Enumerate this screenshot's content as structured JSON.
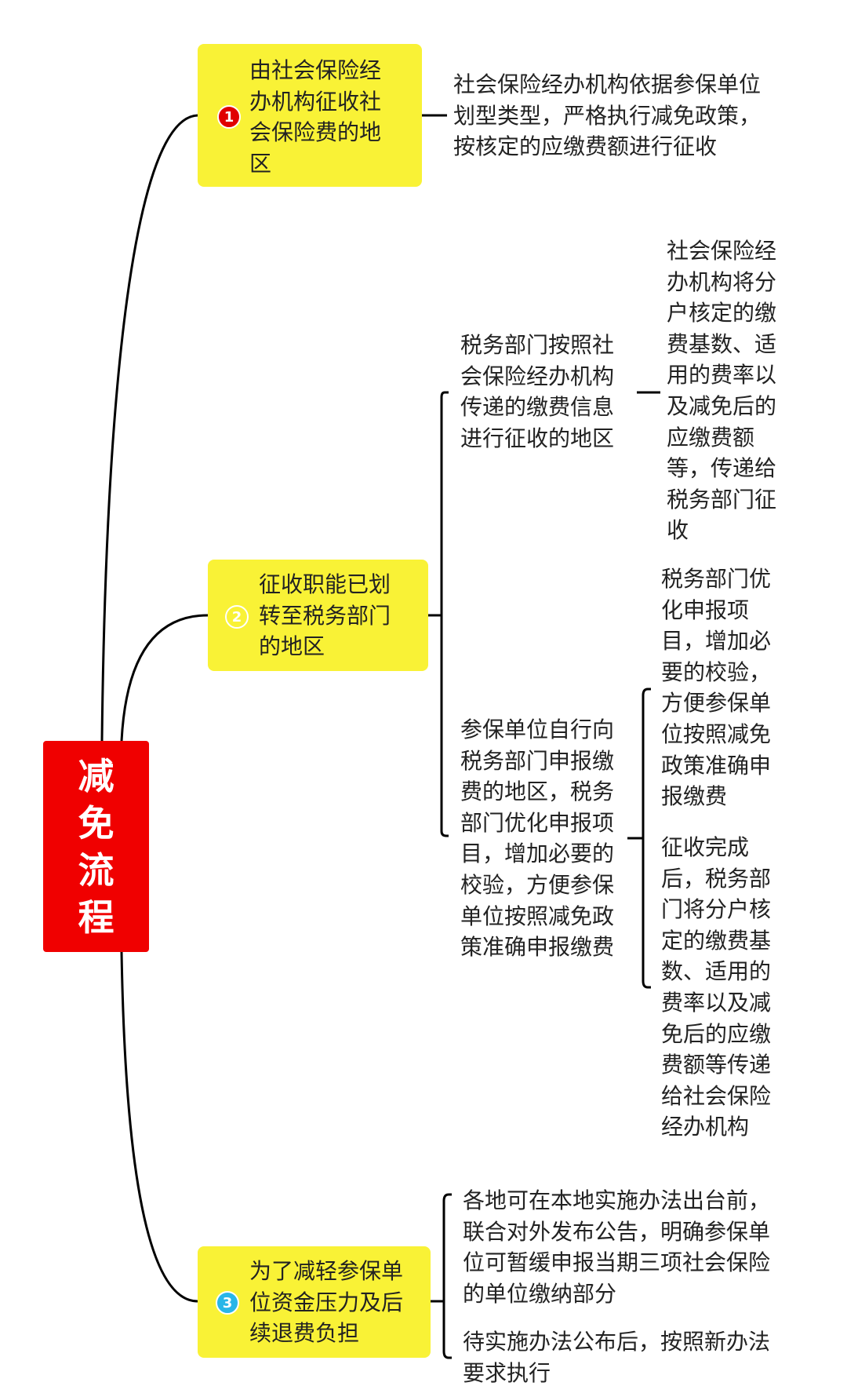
{
  "root": {
    "label": [
      "减",
      "免",
      "流",
      "程"
    ]
  },
  "branches": [
    {
      "number": "1",
      "title": [
        "由社会保险经",
        "办机构征收社",
        "会保险费的地",
        "区"
      ],
      "icon_color": "#e00000",
      "children": [
        {
          "text": [
            "社会保险经办机构依据参保单位",
            "划型类型，严格执行减免政策，",
            "按核定的应缴费额进行征收"
          ]
        }
      ]
    },
    {
      "number": "2",
      "title": [
        "征收职能已划",
        "转至税务部门",
        "的地区"
      ],
      "icon_color": "#f9f236",
      "children": [
        {
          "text": [
            "税务部门按照社",
            "会保险经办机构",
            "传递的缴费信息",
            "进行征收的地区"
          ],
          "children": [
            {
              "text": [
                "社会保险经",
                "办机构将分",
                "户核定的缴",
                "费基数、适",
                "用的费率以",
                "及减免后的",
                "应缴费额",
                "等，传递给",
                "税务部门征",
                "收"
              ]
            }
          ]
        },
        {
          "text": [
            "参保单位自行向",
            "税务部门申报缴",
            "费的地区，税务",
            "部门优化申报项",
            "目，增加必要的",
            "校验，方便参保",
            "单位按照减免政",
            "策准确申报缴费"
          ],
          "children": [
            {
              "text": [
                "税务部门优",
                "化申报项",
                "目，增加必",
                "要的校验，",
                "方便参保单",
                "位按照减免",
                "政策准确申",
                "报缴费"
              ]
            },
            {
              "text": [
                "征收完成",
                "后，税务部",
                "门将分户核",
                "定的缴费基",
                "数、适用的",
                "费率以及减",
                "免后的应缴",
                "费额等传递",
                "给社会保险",
                "经办机构"
              ]
            }
          ]
        }
      ]
    },
    {
      "number": "3",
      "title": [
        "为了减轻参保单",
        "位资金压力及后",
        "续退费负担"
      ],
      "icon_color": "#29b6e8",
      "children": [
        {
          "text": [
            "各地可在本地实施办法出台前，",
            "联合对外发布公告，明确参保单",
            "位可暂缓申报当期三项社会保险",
            "的单位缴纳部分"
          ]
        },
        {
          "text": [
            "待实施办法公布后，按照新办法",
            "要求执行"
          ]
        }
      ]
    }
  ]
}
